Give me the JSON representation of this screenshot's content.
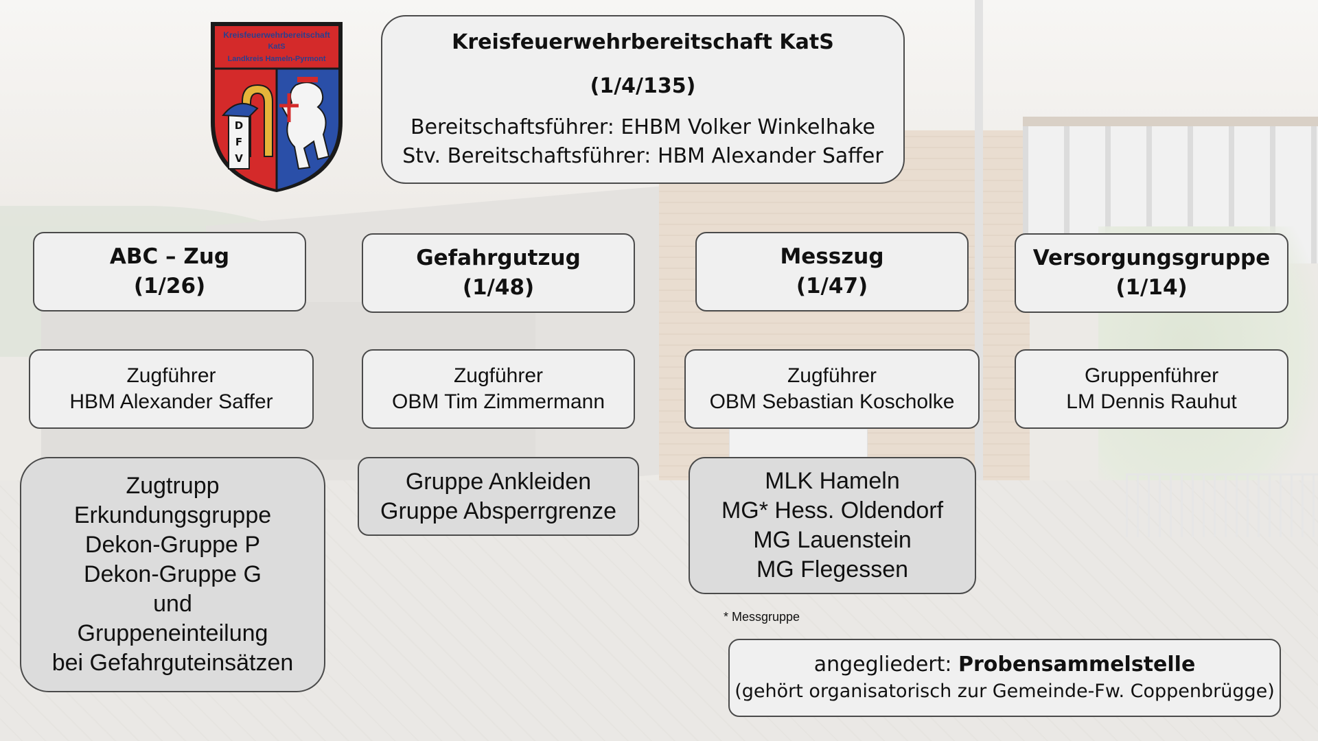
{
  "logo": {
    "text_lines": [
      "Kreisfeuerwehrbereitschaft",
      "KatS",
      "Landkreis Hameln-Pyrmont"
    ],
    "letters": "DFV",
    "colors": {
      "red": "#d42a2a",
      "blue": "#2a4fa8",
      "gold": "#e6b43a"
    }
  },
  "headline": {
    "title": "Kreisfeuerwehrbereitschaft KatS",
    "code": "(1/4/135)",
    "leader": "Bereitschaftsführer: EHBM Volker Winkelhake",
    "deputy": "Stv. Bereitschaftsführer: HBM Alexander Saffer"
  },
  "units": [
    {
      "name": "ABC – Zug",
      "code": "(1/26)",
      "leader_role": "Zugführer",
      "leader_name": "HBM Alexander Saffer",
      "groups": [
        "Zugtrupp",
        "Erkundungsgruppe",
        "Dekon-Gruppe P",
        "Dekon-Gruppe G",
        "und",
        "Gruppeneinteilung",
        "bei Gefahrguteinsätzen"
      ]
    },
    {
      "name": "Gefahrgutzug",
      "code": "(1/48)",
      "leader_role": "Zugführer",
      "leader_name": "OBM Tim Zimmermann",
      "groups": [
        "Gruppe Ankleiden",
        "Gruppe Absperrgrenze"
      ]
    },
    {
      "name": "Messzug",
      "code": "(1/47)",
      "leader_role": "Zugführer",
      "leader_name": "OBM Sebastian Koscholke",
      "groups": [
        "MLK Hameln",
        "MG* Hess. Oldendorf",
        "MG Lauenstein",
        "MG Flegessen"
      ]
    },
    {
      "name": "Versorgungsgruppe",
      "code": "(1/14)",
      "leader_role": "Gruppenführer",
      "leader_name": "LM Dennis Rauhut"
    }
  ],
  "footnote": "* Messgruppe",
  "attached": {
    "prefix": "angegliedert: ",
    "name": "Probensammelstelle",
    "note": "(gehört organisatorisch zur Gemeinde-Fw. Coppenbrügge)"
  }
}
